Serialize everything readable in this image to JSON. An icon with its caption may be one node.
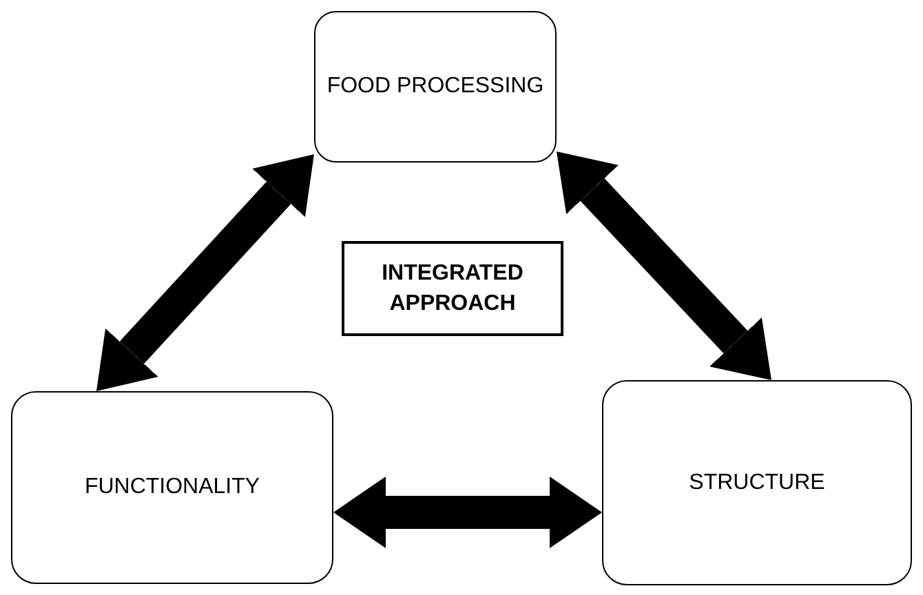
{
  "diagram": {
    "nodes": [
      {
        "text": [
          "FOOD PROCESSING"
        ]
      },
      {
        "text": [
          "INTEGRATED APPROACH"
        ]
      },
      {
        "text": [
          "FUNCTIONALITY"
        ]
      },
      {
        "text": [
          "STRUCTURE"
        ]
      }
    ],
    "edges": [
      {
        "from": 2,
        "to": 0,
        "arrow": "both"
      },
      {
        "from": 0,
        "to": 3,
        "arrow": "both"
      },
      {
        "from": 2,
        "to": 3,
        "arrow": "both"
      }
    ]
  }
}
